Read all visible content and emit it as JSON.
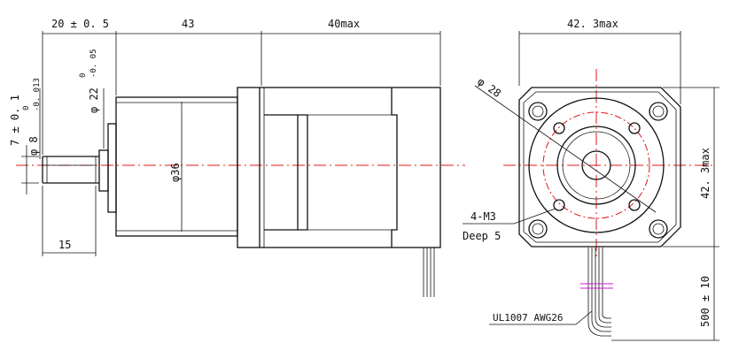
{
  "colors": {
    "line": "#111111",
    "centerline": "#e0181b",
    "marker": "#d21ad2",
    "background": "#ffffff"
  },
  "dims": {
    "shaft_length": "20 ± 0. 5",
    "gearbox_length": "43",
    "motor_length": "40max",
    "flat_width": "7 ± 0. 1",
    "shaft_dia": "φ 8",
    "shaft_dia_tol_upper": "0",
    "shaft_dia_tol_lower": "-0. 013",
    "pilot_dia": "φ 22",
    "pilot_dia_tol_upper": "0",
    "pilot_dia_tol_lower": "-0. 05",
    "gearbox_dia": "φ36",
    "flat_length": "15",
    "front_width": "42. 3max",
    "front_height": "42. 3max",
    "bolt_circle": "φ 28",
    "thread": "4-M3",
    "thread_depth": "Deep 5",
    "wire_spec": "UL1007 AWG26",
    "lead_length": "500 ± 10"
  }
}
